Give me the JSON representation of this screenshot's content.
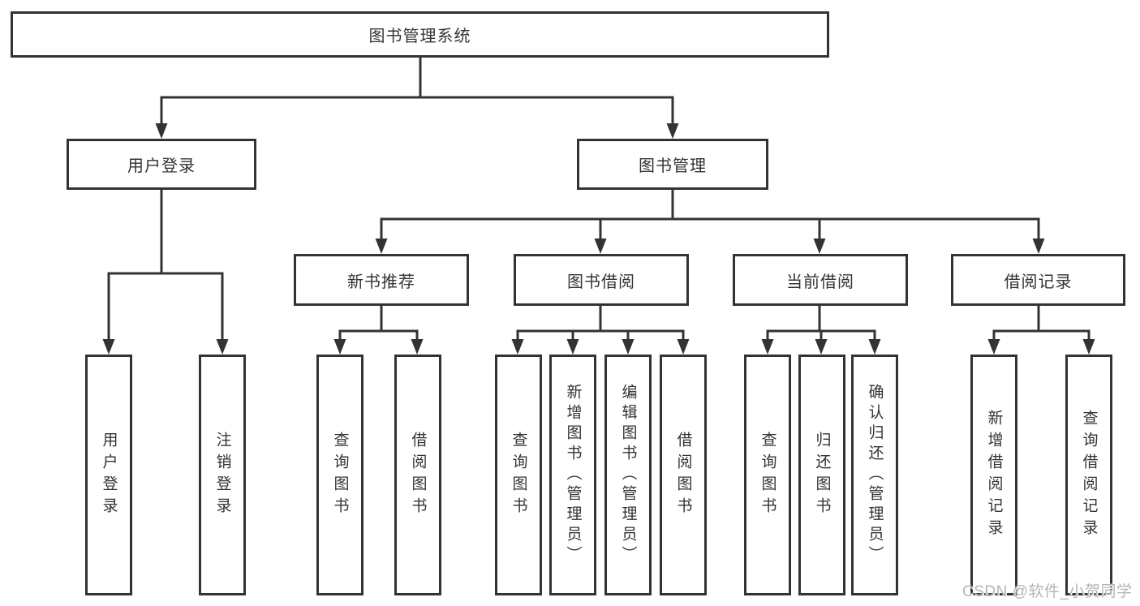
{
  "diagram": {
    "nodes": {
      "root": "图书管理系统",
      "user_login": "用户登录",
      "book_mgmt": "图书管理",
      "new_book": "新书推荐",
      "book_borrow": "图书借阅",
      "current_borrow": "当前借阅",
      "borrow_record": "借阅记录",
      "user_login_children": [
        "用户登录",
        "注销登录"
      ],
      "new_book_children": [
        "查询图书",
        "借阅图书"
      ],
      "book_borrow_children": [
        "查询图书",
        "新增图书（管理员）",
        "编辑图书（管理员）",
        "借阅图书"
      ],
      "current_borrow_children": [
        "查询图书",
        "归还图书",
        "确认归还（管理员）"
      ],
      "borrow_record_children": [
        "新增借阅记录",
        "查询借阅记录"
      ]
    },
    "watermark": "CSDN @软件_小贺同学",
    "colors": {
      "line": "#333333",
      "text": "#333333",
      "box_background": "#ffffff",
      "page_background": "#ffffff",
      "watermark": "#b5b5b5"
    }
  }
}
